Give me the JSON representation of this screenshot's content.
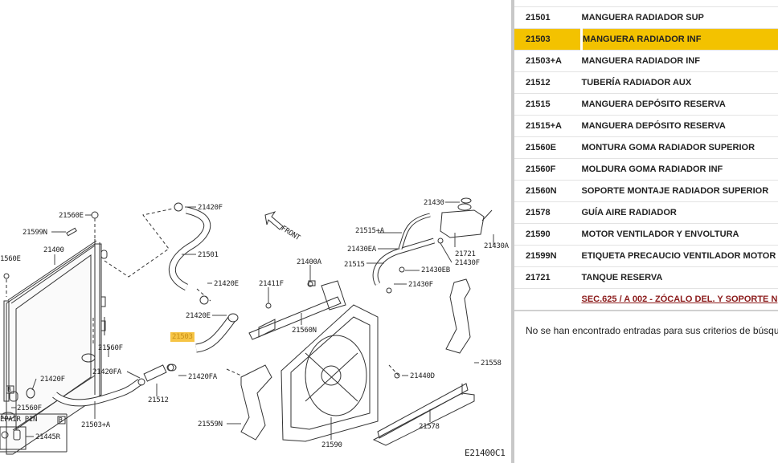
{
  "diagram": {
    "code": "E21400C1",
    "front_label": "FRONT",
    "repair_pin_label": "EPAIR PIN",
    "repair_box_marker": "B",
    "callouts": {
      "c21560E_top": "21560E",
      "c21599N": "21599N",
      "c21400": "21400",
      "c21560E_left": "1560E",
      "c21420F_top": "21420F",
      "c21501": "21501",
      "c21420E_a": "21420E",
      "c21420E_b": "21420E",
      "c21503": "21503",
      "c21400A": "21400A",
      "c21411F": "21411F",
      "c21560N": "21560N",
      "c21430": "21430",
      "c21515A": "21515+A",
      "c21430EA": "21430EA",
      "c21515": "21515",
      "c21721": "21721",
      "c21430F_a": "21430F",
      "c21430EB": "21430EB",
      "c21430F_b": "21430F",
      "c21430A": "21430A",
      "c21560F_r": "21560F",
      "c21420FA_a": "21420FA",
      "c21420FA_b": "21420FA",
      "c21420F_bot": "21420F",
      "c21560F_bot": "21560F",
      "c21512": "21512",
      "c21503A": "21503+A",
      "c21445R": "21445R",
      "c21559N": "21559N",
      "c21440": "21440D",
      "c21558": "21558",
      "c21590": "21590",
      "c21578": "21578"
    }
  },
  "parts": {
    "selected_index": 1,
    "rows": [
      {
        "code": "21501",
        "desc": "MANGUERA RADIADOR SUP"
      },
      {
        "code": "21503",
        "desc": "MANGUERA RADIADOR INF"
      },
      {
        "code": "21503+A",
        "desc": "MANGUERA RADIADOR INF"
      },
      {
        "code": "21512",
        "desc": "TUBERÍA RADIADOR AUX"
      },
      {
        "code": "21515",
        "desc": "MANGUERA DEPÓSITO RESERVA"
      },
      {
        "code": "21515+A",
        "desc": "MANGUERA DEPÓSITO RESERVA"
      },
      {
        "code": "21560E",
        "desc": "MONTURA GOMA RADIADOR SUPERIOR"
      },
      {
        "code": "21560F",
        "desc": "MOLDURA GOMA RADIADOR INF"
      },
      {
        "code": "21560N",
        "desc": "SOPORTE MONTAJE RADIADOR SUPERIOR"
      },
      {
        "code": "21578",
        "desc": "GUÍA AIRE RADIADOR"
      },
      {
        "code": "21590",
        "desc": "MOTOR VENTILADOR Y ENVOLTURA"
      },
      {
        "code": "21599N",
        "desc": "ETIQUETA PRECAUCIO VENTILADOR MOTOR"
      },
      {
        "code": "21721",
        "desc": "TANQUE RESERVA"
      }
    ],
    "section_link": "SEC.625 / A 002 - ZÓCALO DEL. Y SOPORTE N",
    "no_results_message": "No se han encontrado entradas para sus criterios de búsqu"
  },
  "colors": {
    "selected_row": "#f3c200",
    "highlight_callout": "#f6c445",
    "link": "#8b1a1a",
    "divider": "#c8c8c8"
  }
}
